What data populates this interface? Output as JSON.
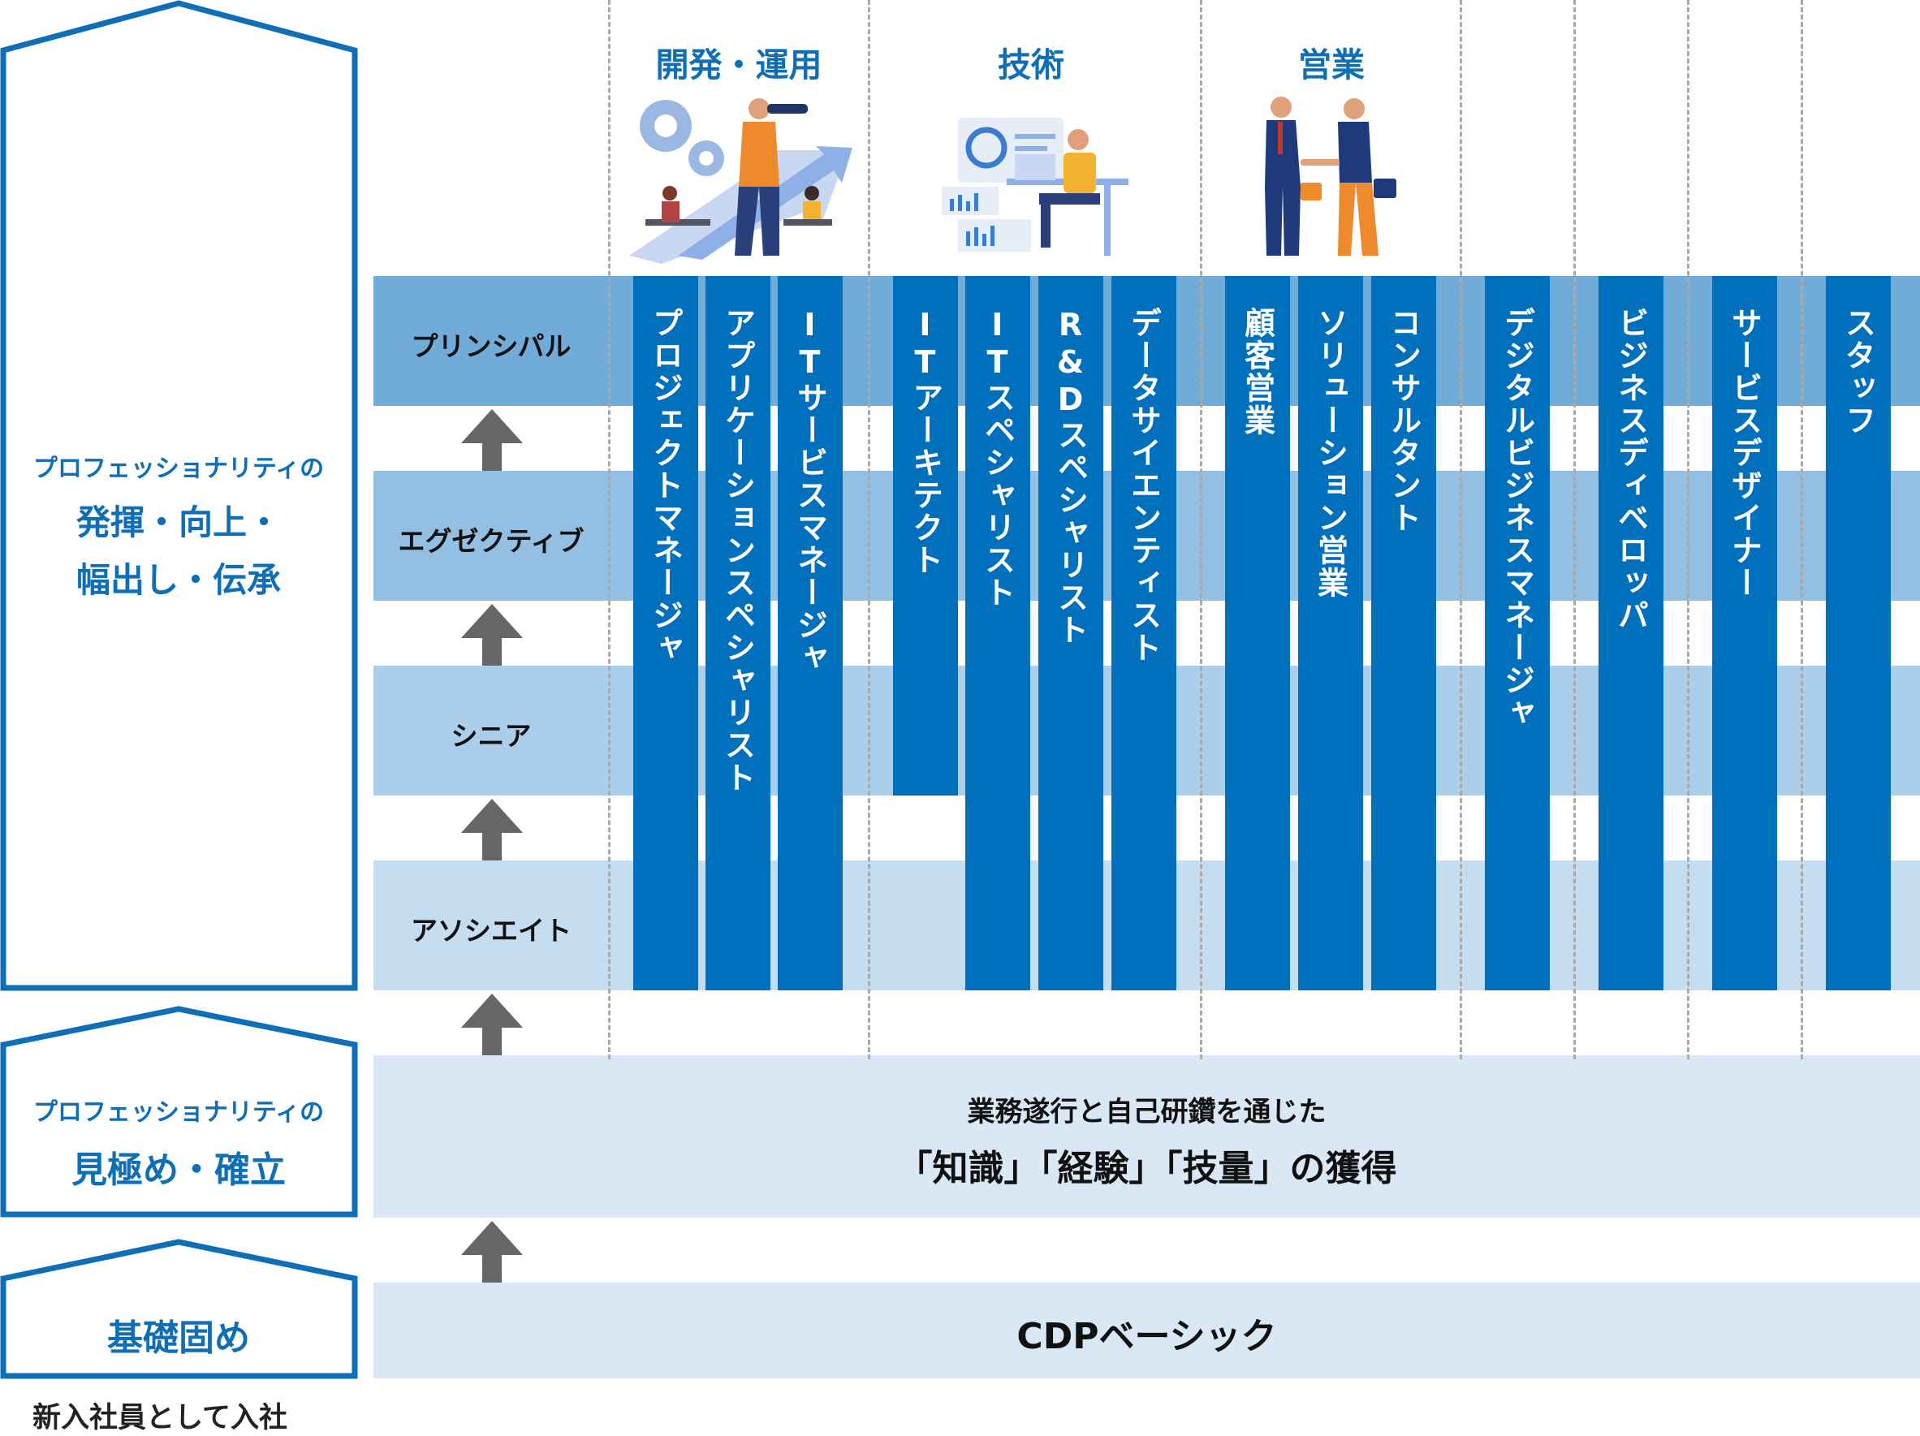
{
  "categories": [
    {
      "label": "開発・運用",
      "illustration": "person-with-telescope-gears-arrow-illustration"
    },
    {
      "label": "技術",
      "illustration": "person-at-computer-dashboard-illustration"
    },
    {
      "label": "営業",
      "illustration": "businessmen-handshake-illustration"
    }
  ],
  "levels": {
    "principal": "プリンシパル",
    "executive": "エグゼクティブ",
    "senior": "シニア",
    "associate": "アソシエイト"
  },
  "roles": [
    "プロジェクトマネージャ",
    "アプリケーションスペシャリスト",
    "ITサービスマネージャ",
    "ITアーキテクト",
    "ITスペシャリスト",
    "R&Dスペシャリスト",
    "データサイエンティスト",
    "顧客営業",
    "ソリューション営業",
    "コンサルタント",
    "デジタルビジネスマネージャ",
    "ビジネスディベロッパ",
    "サービスデザイナー",
    "スタッフ"
  ],
  "stages": {
    "top": {
      "small": "プロフェッショナリティの",
      "line1": "発揮・向上・",
      "line2": "幅出し・伝承"
    },
    "middle": {
      "small": "プロフェッショナリティの",
      "large": "見極め・確立"
    },
    "base": {
      "large": "基礎固め"
    }
  },
  "knowledge_box": {
    "line1": "業務遂行と自己研鑽を通じた",
    "line2": "「知識」「経験」「技量」の獲得"
  },
  "basic_box": "CDPベーシック",
  "entry_label": "新入社員として入社",
  "colors": {
    "accent": "#0070bd",
    "outline": "#0f6fb6",
    "arrow": "#666666"
  }
}
